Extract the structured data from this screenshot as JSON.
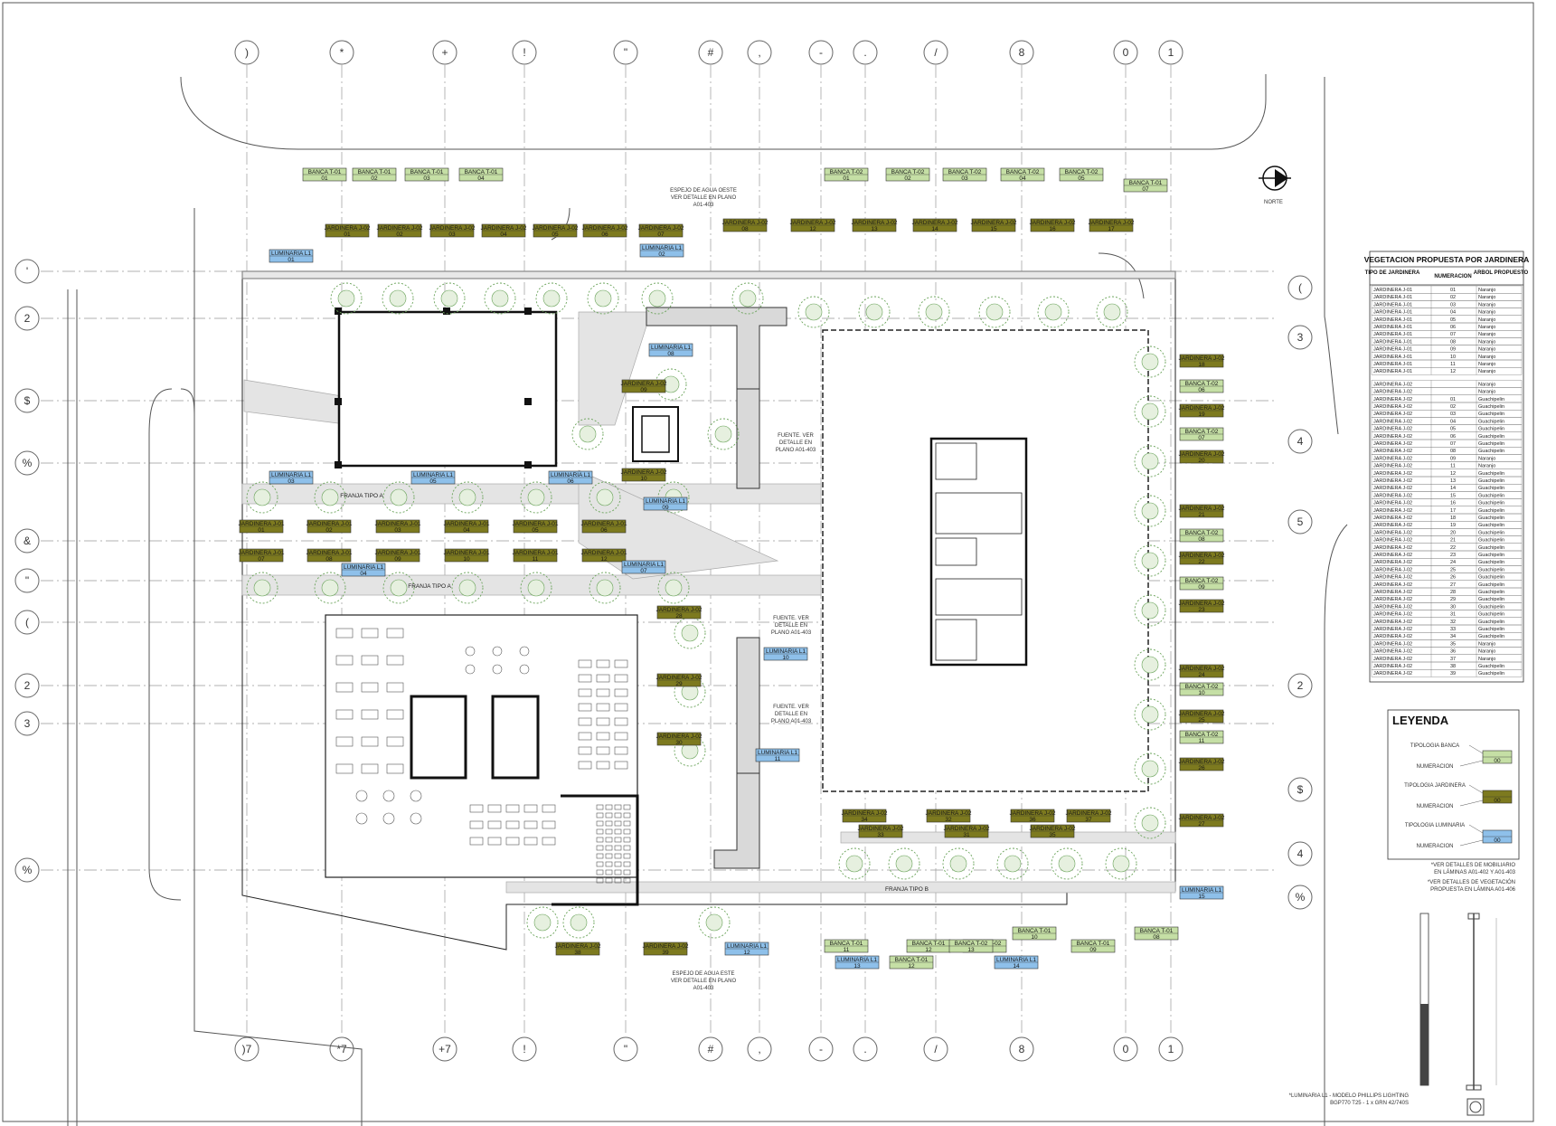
{
  "grid_top": [
    ")",
    "*",
    "+",
    "!",
    "\"",
    "#",
    ",",
    "-",
    ".",
    "/",
    "8",
    "0",
    "1"
  ],
  "grid_bottom": [
    ")7",
    "*7",
    "+7",
    "!",
    "\"",
    "#",
    ",",
    "-",
    ".",
    "/",
    "8",
    "0",
    "1"
  ],
  "grid_left": [
    "'",
    "2",
    "$",
    "%",
    "&",
    "\"",
    "(",
    "2",
    "3",
    "%"
  ],
  "grid_right": [
    "(",
    "3",
    "4",
    "5",
    "2",
    "$",
    "4",
    "%"
  ],
  "north_label": "NORTE",
  "tags": {
    "bancas": [
      {
        "label": "BANCA T-01",
        "num": "01"
      },
      {
        "label": "BANCA T-01",
        "num": "02"
      },
      {
        "label": "BANCA T-01",
        "num": "03"
      },
      {
        "label": "BANCA T-01",
        "num": "04"
      },
      {
        "label": "BANCA T-02",
        "num": "01"
      },
      {
        "label": "BANCA T-02",
        "num": "02"
      },
      {
        "label": "BANCA T-02",
        "num": "03"
      },
      {
        "label": "BANCA T-02",
        "num": "04"
      },
      {
        "label": "BANCA T-02",
        "num": "05"
      },
      {
        "label": "BANCA T-01",
        "num": "07"
      },
      {
        "label": "BANCA T-02",
        "num": "06"
      },
      {
        "label": "BANCA T-02",
        "num": "07"
      },
      {
        "label": "BANCA T-02",
        "num": "08"
      },
      {
        "label": "BANCA T-02",
        "num": "09"
      },
      {
        "label": "BANCA T-02",
        "num": "10"
      },
      {
        "label": "BANCA T-02",
        "num": "11"
      },
      {
        "label": "BANCA T-01",
        "num": "11"
      },
      {
        "label": "BANCA T-01",
        "num": "12"
      },
      {
        "label": "BANCA T-02",
        "num": "12"
      },
      {
        "label": "BANCA T-02",
        "num": "13"
      },
      {
        "label": "BANCA T-01",
        "num": "10"
      },
      {
        "label": "BANCA T-01",
        "num": "09"
      },
      {
        "label": "BANCA T-01",
        "num": "08"
      },
      {
        "label": "BANCA T-01",
        "num": "12"
      }
    ],
    "jardineras": [
      {
        "label": "JARDINERA J-02",
        "num": "01"
      },
      {
        "label": "JARDINERA J-02",
        "num": "02"
      },
      {
        "label": "JARDINERA J-02",
        "num": "03"
      },
      {
        "label": "JARDINERA J-02",
        "num": "04"
      },
      {
        "label": "JARDINERA J-02",
        "num": "05"
      },
      {
        "label": "JARDINERA J-02",
        "num": "06"
      },
      {
        "label": "JARDINERA J-02",
        "num": "07"
      },
      {
        "label": "JARDINERA J-02",
        "num": "08"
      },
      {
        "label": "JARDINERA J-02",
        "num": "12"
      },
      {
        "label": "JARDINERA J-02",
        "num": "13"
      },
      {
        "label": "JARDINERA J-02",
        "num": "14"
      },
      {
        "label": "JARDINERA J-02",
        "num": "15"
      },
      {
        "label": "JARDINERA J-02",
        "num": "16"
      },
      {
        "label": "JARDINERA J-02",
        "num": "17"
      },
      {
        "label": "JARDINERA J-02",
        "num": "09"
      },
      {
        "label": "JARDINERA J-02",
        "num": "10"
      },
      {
        "label": "JARDINERA J-02",
        "num": "18"
      },
      {
        "label": "JARDINERA J-02",
        "num": "19"
      },
      {
        "label": "JARDINERA J-02",
        "num": "20"
      },
      {
        "label": "JARDINERA J-02",
        "num": "21"
      },
      {
        "label": "JARDINERA J-02",
        "num": "22"
      },
      {
        "label": "JARDINERA J-02",
        "num": "23"
      },
      {
        "label": "JARDINERA J-02",
        "num": "24"
      },
      {
        "label": "JARDINERA J-02",
        "num": "25"
      },
      {
        "label": "JARDINERA J-02",
        "num": "26"
      },
      {
        "label": "JARDINERA J-02",
        "num": "27"
      },
      {
        "label": "JARDINERA J-01",
        "num": "01"
      },
      {
        "label": "JARDINERA J-01",
        "num": "02"
      },
      {
        "label": "JARDINERA J-01",
        "num": "03"
      },
      {
        "label": "JARDINERA J-01",
        "num": "04"
      },
      {
        "label": "JARDINERA J-01",
        "num": "05"
      },
      {
        "label": "JARDINERA J-01",
        "num": "06"
      },
      {
        "label": "JARDINERA J-01",
        "num": "07"
      },
      {
        "label": "JARDINERA J-01",
        "num": "08"
      },
      {
        "label": "JARDINERA J-01",
        "num": "09"
      },
      {
        "label": "JARDINERA J-01",
        "num": "10"
      },
      {
        "label": "JARDINERA J-01",
        "num": "11"
      },
      {
        "label": "JARDINERA J-01",
        "num": "12"
      },
      {
        "label": "JARDINERA J-02",
        "num": "28"
      },
      {
        "label": "JARDINERA J-02",
        "num": "29"
      },
      {
        "label": "JARDINERA J-02",
        "num": "30"
      },
      {
        "label": "JARDINERA J-02",
        "num": "34"
      },
      {
        "label": "JARDINERA J-02",
        "num": "32"
      },
      {
        "label": "JARDINERA J-02",
        "num": "36"
      },
      {
        "label": "JARDINERA J-02",
        "num": "37"
      },
      {
        "label": "JARDINERA J-02",
        "num": "33"
      },
      {
        "label": "JARDINERA J-02",
        "num": "31"
      },
      {
        "label": "JARDINERA J-02",
        "num": "35"
      },
      {
        "label": "JARDINERA J-02",
        "num": "38"
      },
      {
        "label": "JARDINERA J-02",
        "num": "39"
      }
    ],
    "luminarias": [
      {
        "label": "LUMINARIA L1",
        "num": "01"
      },
      {
        "label": "LUMINARIA L1",
        "num": "02"
      },
      {
        "label": "LUMINARIA L1",
        "num": "08"
      },
      {
        "label": "LUMINARIA L1",
        "num": "03"
      },
      {
        "label": "LUMINARIA L1",
        "num": "05"
      },
      {
        "label": "LUMINARIA L1",
        "num": "06"
      },
      {
        "label": "LUMINARIA L1",
        "num": "09"
      },
      {
        "label": "LUMINARIA L1",
        "num": "04"
      },
      {
        "label": "LUMINARIA L1",
        "num": "07"
      },
      {
        "label": "LUMINARIA L1",
        "num": "10"
      },
      {
        "label": "LUMINARIA L1",
        "num": "11"
      },
      {
        "label": "LUMINARIA L1",
        "num": "15"
      },
      {
        "label": "LUMINARIA L1",
        "num": "12"
      },
      {
        "label": "LUMINARIA L1",
        "num": "13"
      },
      {
        "label": "LUMINARIA L1",
        "num": "14"
      }
    ]
  },
  "notes": {
    "espejo_oeste": [
      "ESPEJO DE AGUA OESTE",
      "VER DETALLE EN PLANO",
      "A01-403"
    ],
    "espejo_este": [
      "ESPEJO DE AGUA ESTE",
      "VER DETALLE EN PLANO",
      "A01-403"
    ],
    "fuente_1": [
      "FUENTE. VER",
      "DETALLE EN",
      "PLANO A01-403"
    ],
    "fuente_2": [
      "FUENTE. VER",
      "DETALLE EN",
      "PLANO A01-403"
    ],
    "fuente_3": [
      "FUENTE. VER",
      "DETALLE EN",
      "PLANO A01-403"
    ],
    "franja_a_1": "FRANJA TIPO A",
    "franja_a_2": "FRANJA TIPO A",
    "franja_b": "FRANJA TIPO B"
  },
  "vegetation_table": {
    "title": "VEGETACION PROPUESTA POR JARDINERA",
    "headers": [
      "TIPO DE JARDINERA",
      "NUMERACION",
      "ARBOL PROPUESTO"
    ],
    "rows_j01": [
      [
        "JARDINERA J-01",
        "01",
        "Naranjo"
      ],
      [
        "JARDINERA J-01",
        "02",
        "Naranjo"
      ],
      [
        "JARDINERA J-01",
        "03",
        "Naranjo"
      ],
      [
        "JARDINERA J-01",
        "04",
        "Naranjo"
      ],
      [
        "JARDINERA J-01",
        "05",
        "Naranjo"
      ],
      [
        "JARDINERA J-01",
        "06",
        "Naranjo"
      ],
      [
        "JARDINERA J-01",
        "07",
        "Naranjo"
      ],
      [
        "JARDINERA J-01",
        "08",
        "Naranjo"
      ],
      [
        "JARDINERA J-01",
        "09",
        "Naranjo"
      ],
      [
        "JARDINERA J-01",
        "10",
        "Naranjo"
      ],
      [
        "JARDINERA J-01",
        "11",
        "Naranjo"
      ],
      [
        "JARDINERA J-01",
        "12",
        "Naranjo"
      ]
    ],
    "rows_j02": [
      [
        "JARDINERA J-02",
        "",
        "Naranjo"
      ],
      [
        "JARDINERA J-02",
        "",
        "Naranjo"
      ],
      [
        "JARDINERA J-02",
        "01",
        "Guachipelin"
      ],
      [
        "JARDINERA J-02",
        "02",
        "Guachipelin"
      ],
      [
        "JARDINERA J-02",
        "03",
        "Guachipelin"
      ],
      [
        "JARDINERA J-02",
        "04",
        "Guachipelin"
      ],
      [
        "JARDINERA J-02",
        "05",
        "Guachipelin"
      ],
      [
        "JARDINERA J-02",
        "06",
        "Guachipelin"
      ],
      [
        "JARDINERA J-02",
        "07",
        "Guachipelin"
      ],
      [
        "JARDINERA J-02",
        "08",
        "Guachipelin"
      ],
      [
        "JARDINERA J-02",
        "09",
        "Naranjo"
      ],
      [
        "JARDINERA J-02",
        "11",
        "Naranjo"
      ],
      [
        "JARDINERA J-02",
        "12",
        "Guachipelin"
      ],
      [
        "JARDINERA J-02",
        "13",
        "Guachipelin"
      ],
      [
        "JARDINERA J-02",
        "14",
        "Guachipelin"
      ],
      [
        "JARDINERA J-02",
        "15",
        "Guachipelin"
      ],
      [
        "JARDINERA J-02",
        "16",
        "Guachipelin"
      ],
      [
        "JARDINERA J-02",
        "17",
        "Guachipelin"
      ],
      [
        "JARDINERA J-02",
        "18",
        "Guachipelin"
      ],
      [
        "JARDINERA J-02",
        "19",
        "Guachipelin"
      ],
      [
        "JARDINERA J-02",
        "20",
        "Guachipelin"
      ],
      [
        "JARDINERA J-02",
        "21",
        "Guachipelin"
      ],
      [
        "JARDINERA J-02",
        "22",
        "Guachipelin"
      ],
      [
        "JARDINERA J-02",
        "23",
        "Guachipelin"
      ],
      [
        "JARDINERA J-02",
        "24",
        "Guachipelin"
      ],
      [
        "JARDINERA J-02",
        "25",
        "Guachipelin"
      ],
      [
        "JARDINERA J-02",
        "26",
        "Guachipelin"
      ],
      [
        "JARDINERA J-02",
        "27",
        "Guachipelin"
      ],
      [
        "JARDINERA J-02",
        "28",
        "Guachipelin"
      ],
      [
        "JARDINERA J-02",
        "29",
        "Guachipelin"
      ],
      [
        "JARDINERA J-02",
        "30",
        "Guachipelin"
      ],
      [
        "JARDINERA J-02",
        "31",
        "Guachipelin"
      ],
      [
        "JARDINERA J-02",
        "32",
        "Guachipelin"
      ],
      [
        "JARDINERA J-02",
        "33",
        "Guachipelin"
      ],
      [
        "JARDINERA J-02",
        "34",
        "Guachipelin"
      ],
      [
        "JARDINERA J-02",
        "35",
        "Naranjo"
      ],
      [
        "JARDINERA J-02",
        "36",
        "Naranjo"
      ],
      [
        "JARDINERA J-02",
        "37",
        "Naranjo"
      ],
      [
        "JARDINERA J-02",
        "38",
        "Guachipelin"
      ],
      [
        "JARDINERA J-02",
        "39",
        "Guachipelin"
      ]
    ]
  },
  "legend": {
    "title": "LEYENDA",
    "banca_type": "TIPOLOGIA BANCA",
    "jardinera_type": "TIPOLOGIA JARDINERA",
    "luminaria_type": "TIPOLOGIA LUMINARIA",
    "numeracion": "NUMERACION",
    "sample_num": "00"
  },
  "footnotes": {
    "mobiliario": [
      "*VER DETALLES DE MOBILIARIO",
      "EN LÁMINAS A01-402 Y A01-403"
    ],
    "vegetacion": [
      "*VER DETALLES DE VEGETACIÓN",
      "PROPUESTA EN LÁMINA A01-406"
    ],
    "luminaria": [
      "*LUMINARIA L1 - MODELO PHILLIPS LIGHTING",
      "BGP770 T25 - 1 x GRN 42/740S"
    ]
  },
  "colors": {
    "banca": "#c5dfa5",
    "jardinera": "#7d7a1f",
    "luminaria": "#8ec0ea",
    "line": "#333333",
    "tree": "#6aa35a"
  }
}
